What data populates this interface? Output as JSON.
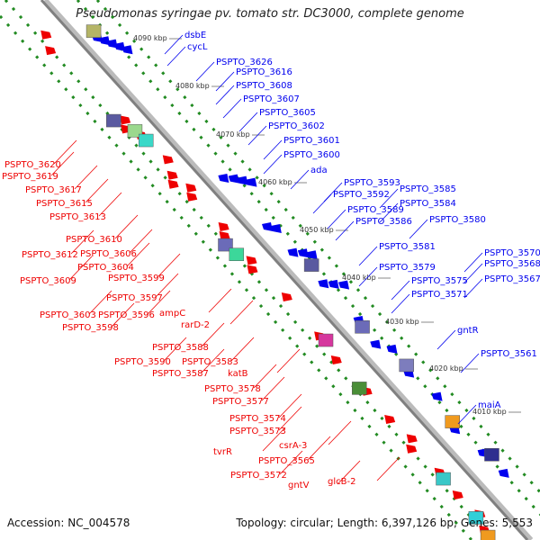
{
  "title": "Pseudomonas syringae pv. tomato str. DC3000, complete genome",
  "accession": "Accession: NC_004578",
  "topology": "Topology: circular; Length: 6,397,126 bp; Genes: 5,553",
  "kbp_ticks": [
    "4090 kbp",
    "4080 kbp",
    "4070 kbp",
    "4060 kbp",
    "4050 kbp",
    "4040 kbp",
    "4030 kbp",
    "4020 kbp",
    "4010 kbp"
  ],
  "right_labels": [
    "dsbE",
    "cycL",
    "PSPTO_3626",
    "PSPTO_3616",
    "PSPTO_3608",
    "PSPTO_3607",
    "PSPTO_3605",
    "PSPTO_3602",
    "PSPTO_3601",
    "PSPTO_3600",
    "ada",
    "PSPTO_3593",
    "PSPTO_3592",
    "PSPTO_3585",
    "PSPTO_3584",
    "PSPTO_3589",
    "PSPTO_3586",
    "PSPTO_3580",
    "PSPTO_3581",
    "PSPTO_3570",
    "PSPTO_3568",
    "PSPTO_3579",
    "PSPTO_3567",
    "PSPTO_3575",
    "PSPTO_3571",
    "gntR",
    "PSPTO_3561",
    "maiA"
  ],
  "left_labels": [
    "PSPTO_3620",
    "PSPTO_3619",
    "PSPTO_3617",
    "PSPTO_3615",
    "PSPTO_3613",
    "PSPTO_3610",
    "PSPTO_3612",
    "PSPTO_3606",
    "PSPTO_3604",
    "PSPTO_3609",
    "PSPTO_3599",
    "PSPTO_3597",
    "PSPTO_3603",
    "PSPTO_3596",
    "ampC",
    "PSPTO_3598",
    "rarD-2",
    "PSPTO_3588",
    "PSPTO_3590",
    "PSPTO_3583",
    "PSPTO_3587",
    "katB",
    "PSPTO_3578",
    "PSPTO_3577",
    "PSPTO_3574",
    "PSPTO_3573",
    "tvrR",
    "csrA-3",
    "PSPTO_3565",
    "PSPTO_3572",
    "gntV",
    "glcB-2"
  ],
  "colors": {
    "forward": "#0000ee",
    "reverse": "#ee0000",
    "backbone": "#808080",
    "ticks": "#228b22",
    "tick_label": "#333333"
  }
}
